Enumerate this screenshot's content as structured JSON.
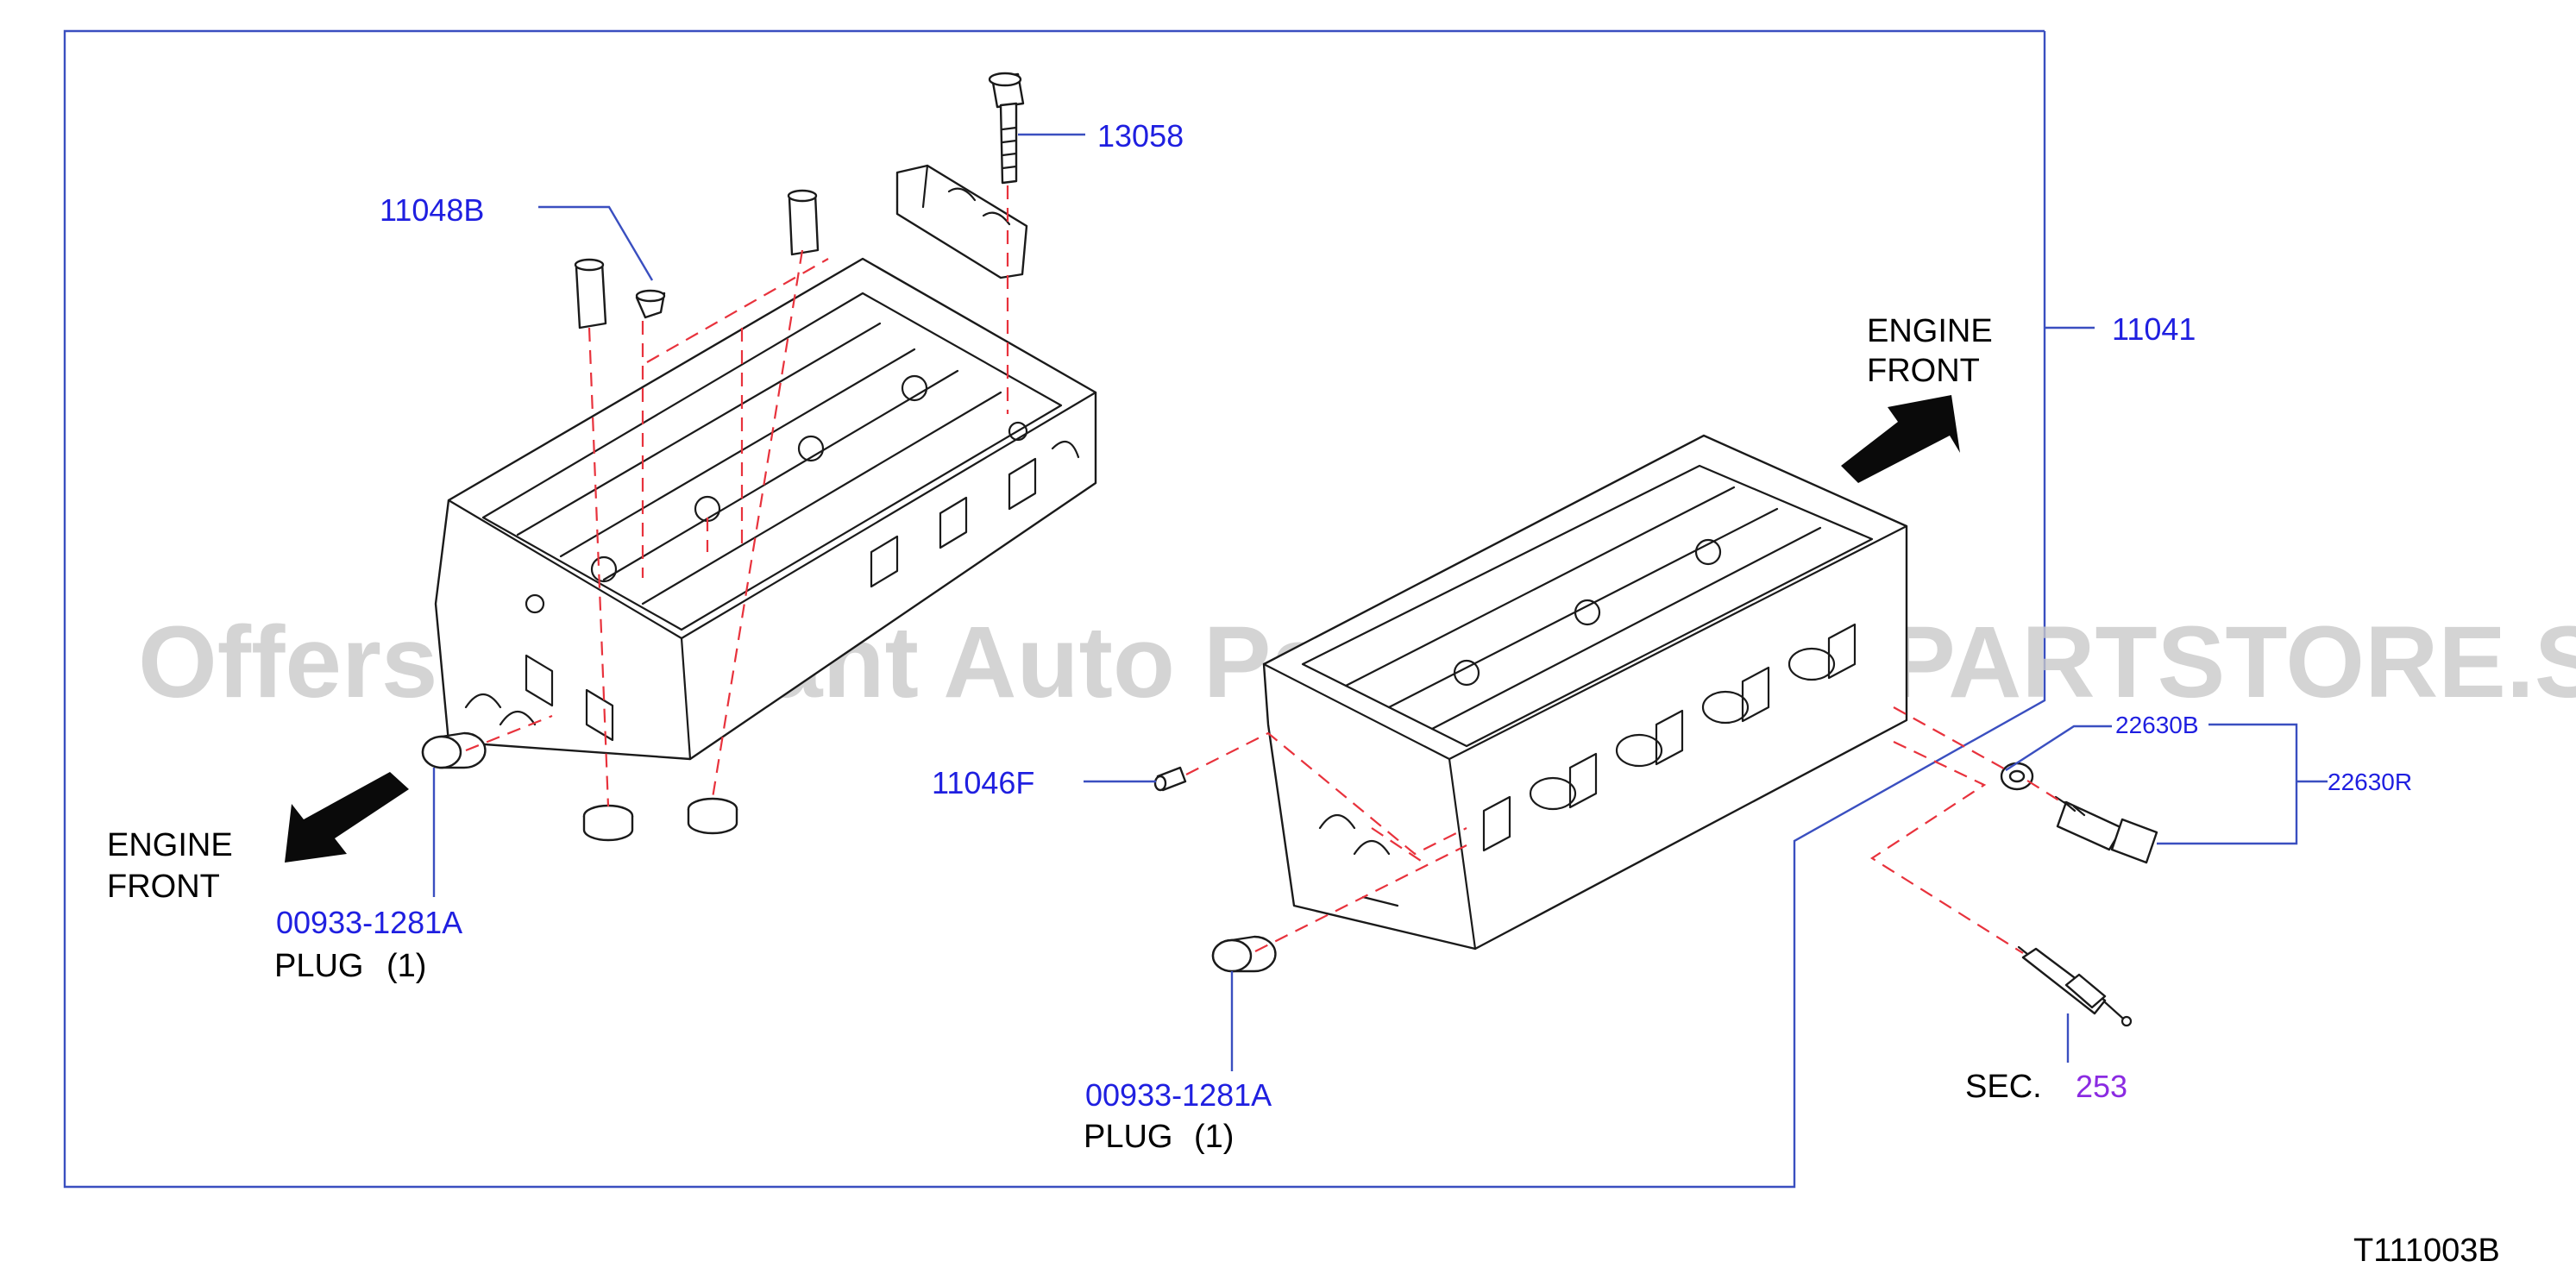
{
  "colors": {
    "part_number": "#1f1fe0",
    "frame": "#3a4fc0",
    "guide_dash": "#e8323c",
    "section_ref": "#8b2be2",
    "text": "#000000",
    "watermark": "#c9c9c9"
  },
  "watermark": "Offers Merchant Auto Parts Catalog PARTSTORE.SA",
  "callouts": {
    "p13058": "13058",
    "p11048b": "11048B",
    "p11041": "11041",
    "p11046f": "11046F",
    "p22630b": "22630B",
    "p22630r": "22630R",
    "plug_left_no": "00933-1281A",
    "plug_left_desc": "PLUG",
    "plug_left_qty": "(1)",
    "plug_right_no": "00933-1281A",
    "plug_right_desc": "PLUG",
    "plug_right_qty": "(1)",
    "sec_label": "SEC.",
    "sec_number": "253"
  },
  "engine_front_left": {
    "line1": "ENGINE",
    "line2": "FRONT"
  },
  "engine_front_right": {
    "line1": "ENGINE",
    "line2": "FRONT"
  },
  "figure_code": "T111003B",
  "icons": {
    "arrow": "engine-front-arrow-icon",
    "head": "cylinder-head-drawing",
    "plug": "plug-drawing",
    "sensor": "temperature-sensor-drawing",
    "glow": "glow-plug-drawing"
  }
}
